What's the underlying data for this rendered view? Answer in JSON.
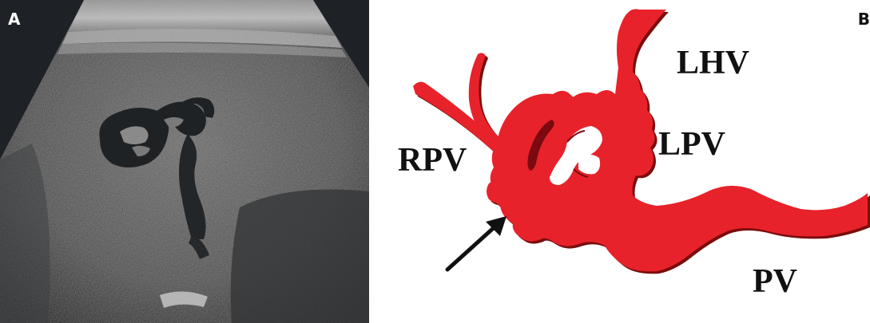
{
  "panel_a": {
    "letter": "A",
    "image": "liver-ultrasound-scan"
  },
  "panel_b": {
    "letter": "B",
    "image": "portal-vein-diagram",
    "vessel_color": "#e8202a",
    "labels": {
      "lhv": "LHV",
      "lpv": "LPV",
      "rpv": "RPV",
      "pv": "PV"
    },
    "arrow_icon": "arrow-up-right-icon"
  }
}
